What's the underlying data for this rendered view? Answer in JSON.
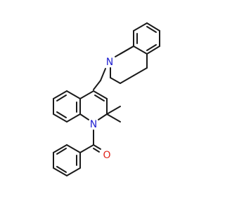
{
  "atoms": {
    "n_isoquinoline": {
      "symbol": "N",
      "color": "#1f1fd1"
    },
    "n_quinoline": {
      "symbol": "N",
      "color": "#1f1fd1"
    },
    "o_carbonyl": {
      "symbol": "O",
      "color": "#e0241b"
    }
  }
}
